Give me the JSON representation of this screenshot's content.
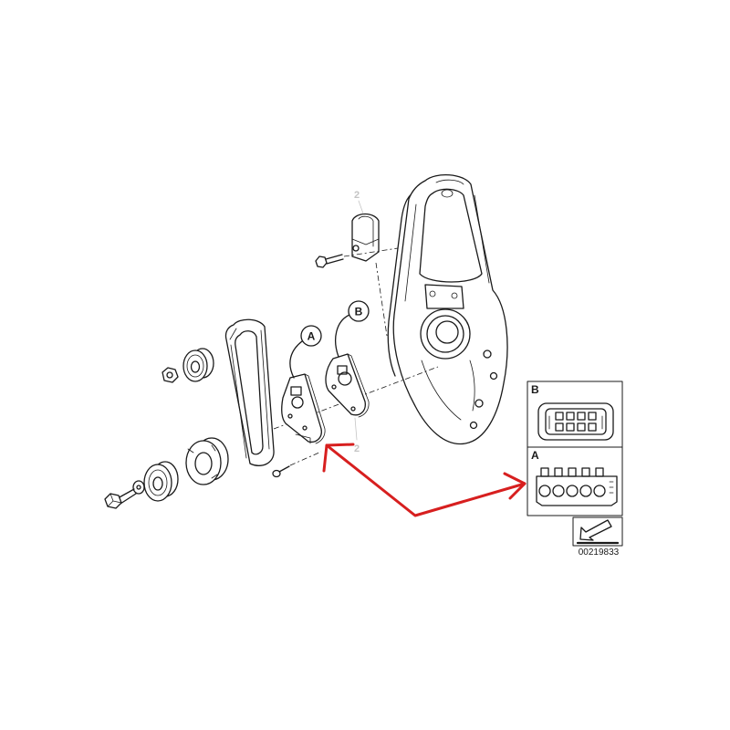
{
  "labels": {
    "callout_a": "A",
    "callout_b": "B",
    "part_2_upper": "2",
    "part_2_lower": "2",
    "inset_b": "B",
    "inset_a": "A",
    "drawing_number": "00219833"
  },
  "colors": {
    "linework": "#1a1a1a",
    "highlight_arrow": "#d71f1f",
    "faint_label": "#c4c4c4"
  }
}
